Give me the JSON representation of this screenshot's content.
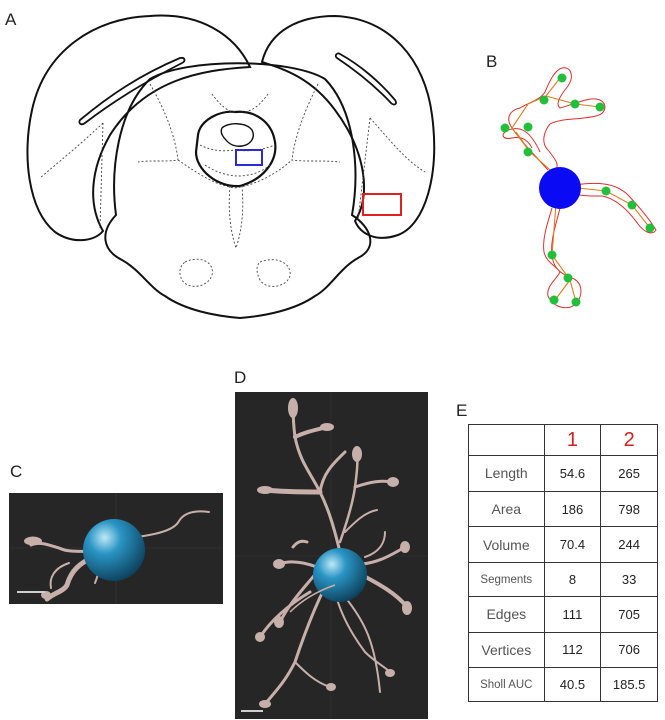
{
  "panels": {
    "a": "A",
    "b": "B",
    "c": "C",
    "d": "D",
    "e": "E"
  },
  "colors": {
    "roi_blue": "#2a2ad0",
    "roi_red": "#e02020",
    "soma_blue": "#0a0af5",
    "node_green": "#22c03a",
    "trace_red": "#d93030",
    "soma_render": "#2a95c4",
    "dendrite_render": "#c8b0aa",
    "render_background": "#262626",
    "header_red": "#d21f1f"
  },
  "table": {
    "headers": [
      "",
      "1",
      "2"
    ],
    "rows": [
      {
        "label": "Length",
        "v1": "54.6",
        "v2": "265"
      },
      {
        "label": "Area",
        "v1": "186",
        "v2": "798"
      },
      {
        "label": "Volume",
        "v1": "70.4",
        "v2": "244"
      },
      {
        "label": "Segments",
        "v1": "8",
        "v2": "33"
      },
      {
        "label": "Edges",
        "v1": "111",
        "v2": "705"
      },
      {
        "label": "Vertices",
        "v1": "112",
        "v2": "706"
      },
      {
        "label": "Sholl AUC",
        "v1": "40.5",
        "v2": "185.5"
      }
    ]
  }
}
